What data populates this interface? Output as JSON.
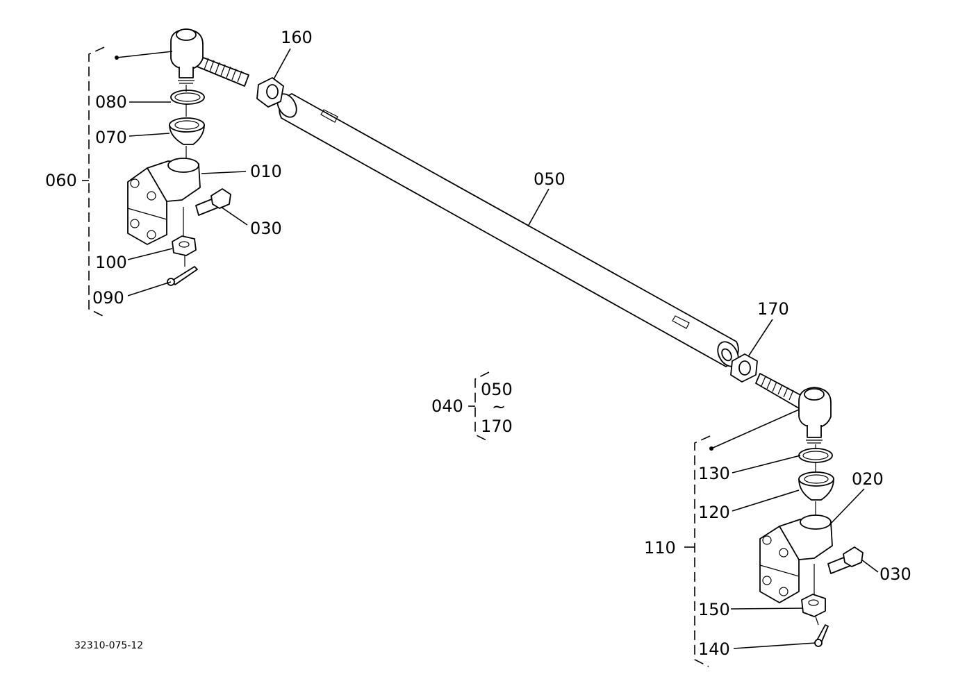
{
  "figure_number": "32310-075-12",
  "labels": {
    "p010": "010",
    "p020": "020",
    "p030a": "030",
    "p030b": "030",
    "p040": "040",
    "p050": "050",
    "p060": "060",
    "p070": "070",
    "p080": "080",
    "p090": "090",
    "p100": "100",
    "p110": "110",
    "p120": "120",
    "p130": "130",
    "p140": "140",
    "p150": "150",
    "p160": "160",
    "p170": "170"
  },
  "range_group": {
    "from": "050",
    "tilde": "~",
    "to": "170"
  }
}
